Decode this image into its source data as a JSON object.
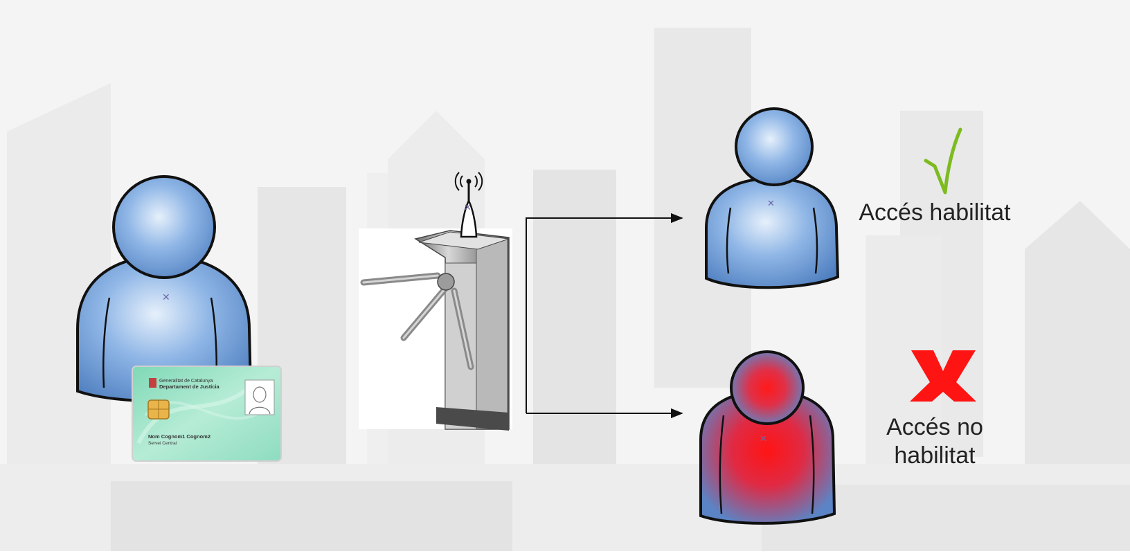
{
  "outcomes": {
    "granted": {
      "label": "Accés habilitat",
      "mark_color": "#7dbb1f"
    },
    "denied": {
      "label_line1": "Accés no",
      "label_line2": "habilitat",
      "mark_color": "#ff1414"
    }
  },
  "id_card": {
    "issuer_line1": "Generalitat de Catalunya",
    "issuer_line2": "Departament de Justícia",
    "holder_name": "Nom Cognom1 Cognom2",
    "holder_role": "Servei Central"
  },
  "colors": {
    "person_body": "#6f9fd8",
    "person_outline": "#111111",
    "denied_highlight": "#ff1a1a",
    "card_background": "#a8e6cf",
    "arrow": "#111111"
  },
  "icons": [
    "person-icon",
    "id-card-icon",
    "antenna-icon",
    "turnstile-icon",
    "check-mark-icon",
    "x-mark-icon"
  ]
}
